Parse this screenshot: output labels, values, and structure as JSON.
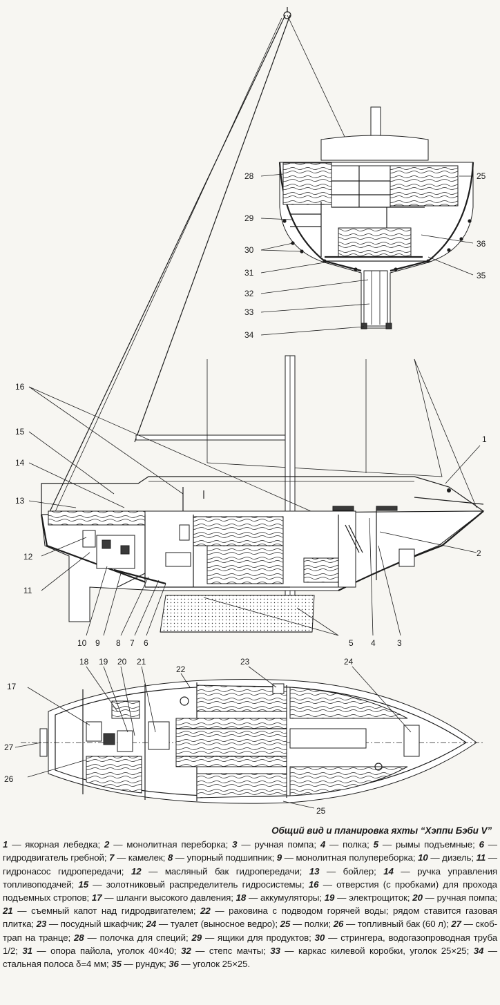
{
  "caption": {
    "title": "Общий вид и планировка яхты “Хэппи Бэби V”",
    "legend": [
      {
        "n": "1",
        "text": "якорная лебедка"
      },
      {
        "n": "2",
        "text": "монолитная переборка"
      },
      {
        "n": "3",
        "text": "ручная помпа"
      },
      {
        "n": "4",
        "text": "полка"
      },
      {
        "n": "5",
        "text": "рымы подъемные"
      },
      {
        "n": "6",
        "text": "гидродвигатель гребной"
      },
      {
        "n": "7",
        "text": "камелек"
      },
      {
        "n": "8",
        "text": "упорный подшипник"
      },
      {
        "n": "9",
        "text": "монолитная полупереборка"
      },
      {
        "n": "10",
        "text": "дизель"
      },
      {
        "n": "11",
        "text": "гидронасос гидропередачи"
      },
      {
        "n": "12",
        "text": "масляный бак гидропередачи"
      },
      {
        "n": "13",
        "text": "бойлер"
      },
      {
        "n": "14",
        "text": "ручка управления топливоподачей"
      },
      {
        "n": "15",
        "text": "золотниковый распределитель гидросистемы"
      },
      {
        "n": "16",
        "text": "отверстия (с пробками) для прохода подъемных стропов"
      },
      {
        "n": "17",
        "text": "шланги высокого давления"
      },
      {
        "n": "18",
        "text": "аккумуляторы"
      },
      {
        "n": "19",
        "text": "электрощиток"
      },
      {
        "n": "20",
        "text": "ручная помпа"
      },
      {
        "n": "21",
        "text": "съемный капот над гидродвигателем"
      },
      {
        "n": "22",
        "text": "раковина с подводом горячей воды; рядом ставится газовая плитка"
      },
      {
        "n": "23",
        "text": "посудный шкафчик"
      },
      {
        "n": "24",
        "text": "туалет (выносное ведро)"
      },
      {
        "n": "25",
        "text": "полки"
      },
      {
        "n": "26",
        "text": "топливный бак (60 л)"
      },
      {
        "n": "27",
        "text": "скоб-трап на транце"
      },
      {
        "n": "28",
        "text": "полочка для специй"
      },
      {
        "n": "29",
        "text": "ящики для продуктов"
      },
      {
        "n": "30",
        "text": "стрингера, водогазопроводная труба 1/2"
      },
      {
        "n": "31",
        "text": "опора пайола, уголок 40×40"
      },
      {
        "n": "32",
        "text": "степс мачты"
      },
      {
        "n": "33",
        "text": "каркас килевой коробки, уголок 25×25"
      },
      {
        "n": "34",
        "text": "стальная полоса δ=4 мм"
      },
      {
        "n": "35",
        "text": "рундук"
      },
      {
        "n": "36",
        "text": "уголок 25×25"
      }
    ]
  },
  "labels": {
    "section": {
      "l28": "28",
      "l25": "25",
      "l29": "29",
      "l30": "30",
      "l36": "36",
      "l31": "31",
      "l35": "35",
      "l32": "32",
      "l33": "33",
      "l34": "34"
    },
    "profile": {
      "l16": "16",
      "l15": "15",
      "l14": "14",
      "l13": "13",
      "l12": "12",
      "l11": "11",
      "l1": "1",
      "l2": "2",
      "l10": "10",
      "l9": "9",
      "l8": "8",
      "l7": "7",
      "l6": "6",
      "l5": "5",
      "l4": "4",
      "l3": "3"
    },
    "plan": {
      "l18": "18",
      "l19": "19",
      "l20": "20",
      "l21": "21",
      "l22": "22",
      "l23": "23",
      "l24": "24",
      "l17": "17",
      "l27": "27",
      "l26": "26",
      "l25": "25"
    }
  }
}
